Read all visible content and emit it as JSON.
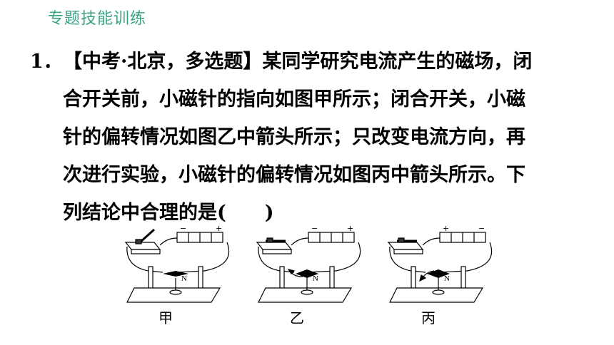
{
  "header": {
    "title": "专题技能训练"
  },
  "question": {
    "number": "1．",
    "lines": [
      "【中考·北京，多选题】某同学研究电流产生的磁场，闭",
      "合开关前，小磁针的指向如图甲所示；闭合开关，小磁",
      "针的偏转情况如图乙中箭头所示；只改变电流方向，再",
      "次进行实验，小磁针的偏转情况如图丙中箭头所示。下",
      "列结论中合理的是(　　)"
    ]
  },
  "figures": [
    {
      "label": "甲",
      "needle_mark": "N",
      "battery_plus": "+",
      "battery_minus": "−"
    },
    {
      "label": "乙",
      "needle_mark": "N",
      "battery_plus": "+",
      "battery_minus": "−"
    },
    {
      "label": "丙",
      "needle_mark": "N",
      "battery_plus": "+",
      "battery_minus": "−"
    }
  ]
}
